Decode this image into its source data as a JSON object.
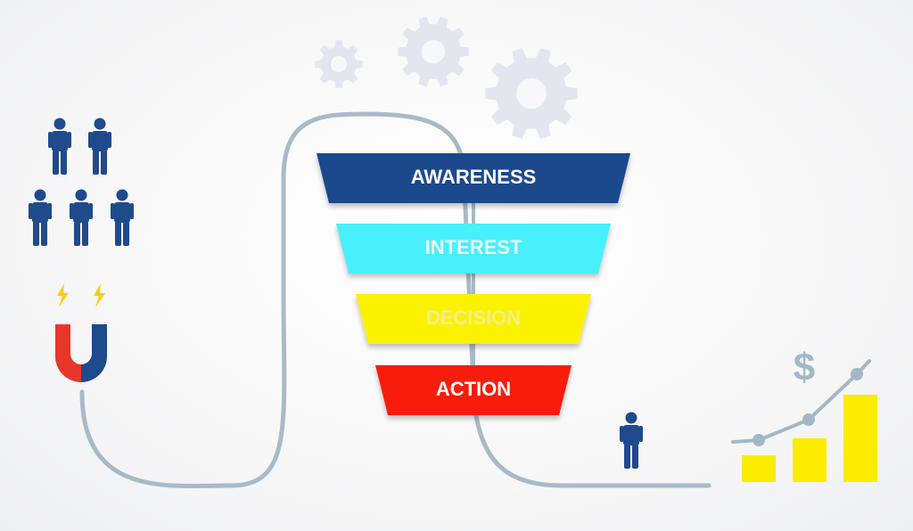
{
  "funnel": {
    "stages": [
      {
        "label": "AWARENESS",
        "color": "#1f4a8c",
        "text_color": "#ffffff"
      },
      {
        "label": "INTEREST",
        "color": "#47f0fa",
        "text_color": "#e8fbff"
      },
      {
        "label": "DECISION",
        "color": "#fbf200",
        "text_color": "#f3ee8a"
      },
      {
        "label": "ACTION",
        "color": "#f81d0b",
        "text_color": "#ffffff"
      }
    ]
  },
  "growth": {
    "currency_symbol": "$",
    "bar_color": "#fbec00",
    "line_color": "#a3b8c6"
  },
  "colors": {
    "people": "#1f4a8c",
    "path": "#a9bac7",
    "gears": "#e3e6ee",
    "magnet_red": "#e9362a",
    "magnet_blue": "#1f4a8c",
    "spark": "#f7d000"
  },
  "icons": {
    "people": "person-icon",
    "magnet": "magnet-icon",
    "gears": "gear-icon",
    "chart": "growth-chart-icon"
  }
}
